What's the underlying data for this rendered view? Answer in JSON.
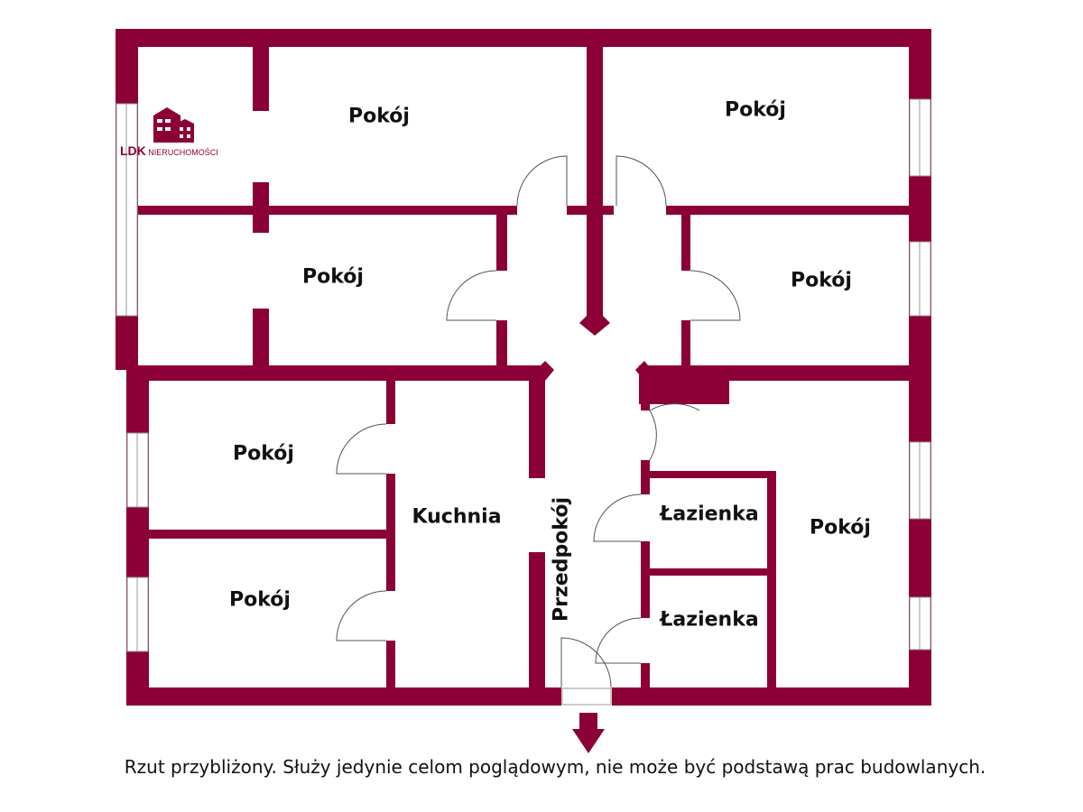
{
  "colors": {
    "wall": "#8b0036"
  },
  "logo": {
    "brand": "LDK",
    "tagline": "NIERUCHOMOŚCI"
  },
  "rooms": {
    "pokoj_top_left": "Pokój",
    "pokoj_top_right": "Pokój",
    "pokoj_mid_left": "Pokój",
    "pokoj_mid_right": "Pokój",
    "pokoj_low_left_1": "Pokój",
    "pokoj_low_left_2": "Pokój",
    "kuchnia": "Kuchnia",
    "przedpokoj": "Przedpokój",
    "lazienka_1": "Łazienka",
    "lazienka_2": "Łazienka",
    "pokoj_low_right": "Pokój"
  },
  "caption": "Rzut przybliżony. Służy jedynie celom poglądowym, nie może być podstawą prac budowlanych."
}
